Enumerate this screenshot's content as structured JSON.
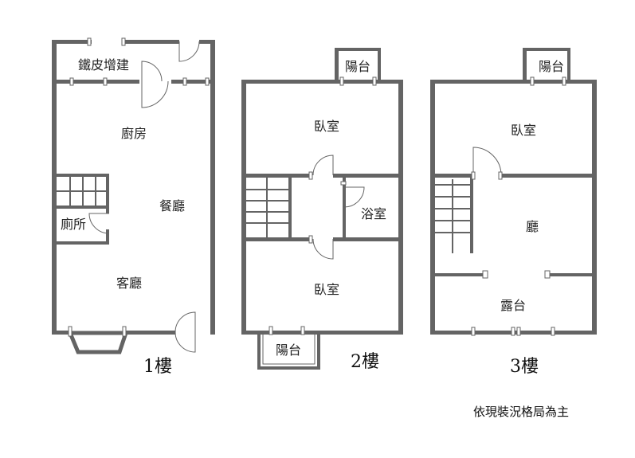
{
  "floors": [
    {
      "label": "1樓",
      "rooms": {
        "annex": "鐵皮增建",
        "kitchen": "廚房",
        "dining": "餐廳",
        "toilet": "廁所",
        "living": "客廳"
      }
    },
    {
      "label": "2樓",
      "rooms": {
        "balcony_top": "陽台",
        "bedroom_top": "臥室",
        "bathroom": "浴室",
        "bedroom_bottom": "臥室",
        "balcony_bottom": "陽台"
      }
    },
    {
      "label": "3樓",
      "rooms": {
        "balcony": "陽台",
        "bedroom": "臥室",
        "hall": "廳",
        "terrace": "露台"
      }
    }
  ],
  "note": "依現裝況格局為主"
}
